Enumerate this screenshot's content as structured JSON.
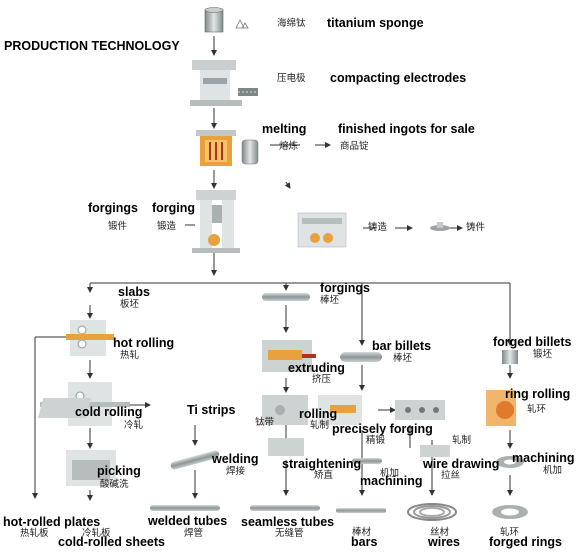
{
  "header": {
    "title": "PRODUCTION TECHNOLOGY"
  },
  "top": {
    "titanium_sponge": {
      "cn": "海绵钛",
      "en": "titanium sponge"
    },
    "compacting": {
      "cn": "压电极",
      "en": "compacting electrodes"
    },
    "melting": {
      "cn": "熔炼",
      "en": "melting"
    },
    "ingots": {
      "cn": "商品锭",
      "en": "finished ingots for sale"
    },
    "forgings": {
      "cn": "锻件",
      "en": "forgings"
    },
    "forging": {
      "cn": "锻造",
      "en": "forging"
    },
    "casting": {
      "cn": "铸造"
    },
    "castings": {
      "cn": "铸件"
    }
  },
  "branches": {
    "slabs": {
      "en": "slabs",
      "cn": "板坯"
    },
    "forgings2": {
      "en": "forgings",
      "cn": "棒坯"
    },
    "bar_billets": {
      "en": "bar billets",
      "cn": "棒坯"
    },
    "forged_billets": {
      "en": "forged billets",
      "cn": "锻坯"
    }
  },
  "steps": {
    "hot_rolling": {
      "en": "hot rolling",
      "cn": "热轧"
    },
    "extruding": {
      "en": "extruding",
      "cn": "挤压"
    },
    "ring_rolling": {
      "en": "ring rolling",
      "cn": "轧环"
    },
    "cold_rolling": {
      "en": "cold rolling",
      "cn": "冷轧"
    },
    "ti_strips": {
      "en": "Ti strips",
      "cn": "钛带"
    },
    "rolling": {
      "en": "rolling",
      "cn": "轧制"
    },
    "precise_forging": {
      "en": "precisely forging",
      "cn": "精锻"
    },
    "rolling2": {
      "cn": "轧制"
    },
    "picking": {
      "en": "picking",
      "cn": "酸碱洗"
    },
    "welding": {
      "en": "welding",
      "cn": "焊接"
    },
    "straightening": {
      "en": "straightening",
      "cn": "矫直"
    },
    "machining1": {
      "en": "machining",
      "cn": "机加"
    },
    "wire_drawing": {
      "en": "wire drawing",
      "cn": "拉丝"
    },
    "machining2": {
      "en": "machining",
      "cn": "机加"
    }
  },
  "products": {
    "hot_plates": {
      "en": "hot-rolled plates",
      "cn": "热轧板"
    },
    "cold_sheets": {
      "en": "cold-rolled sheets",
      "cn": "冷轧板"
    },
    "welded_tubes": {
      "en": "welded tubes",
      "cn": "焊管"
    },
    "seamless_tubes": {
      "en": "seamless tubes",
      "cn": "无缝管"
    },
    "bars": {
      "en": "bars",
      "cn": "棒材"
    },
    "wires": {
      "en": "wires",
      "cn": "丝材"
    },
    "forged_rings": {
      "en": "forged rings",
      "cn": "轧环"
    }
  },
  "colors": {
    "line": "#333333",
    "machine": "#b7bcbc",
    "accent": "#e8a13c",
    "metal": "#9aa3a6"
  }
}
